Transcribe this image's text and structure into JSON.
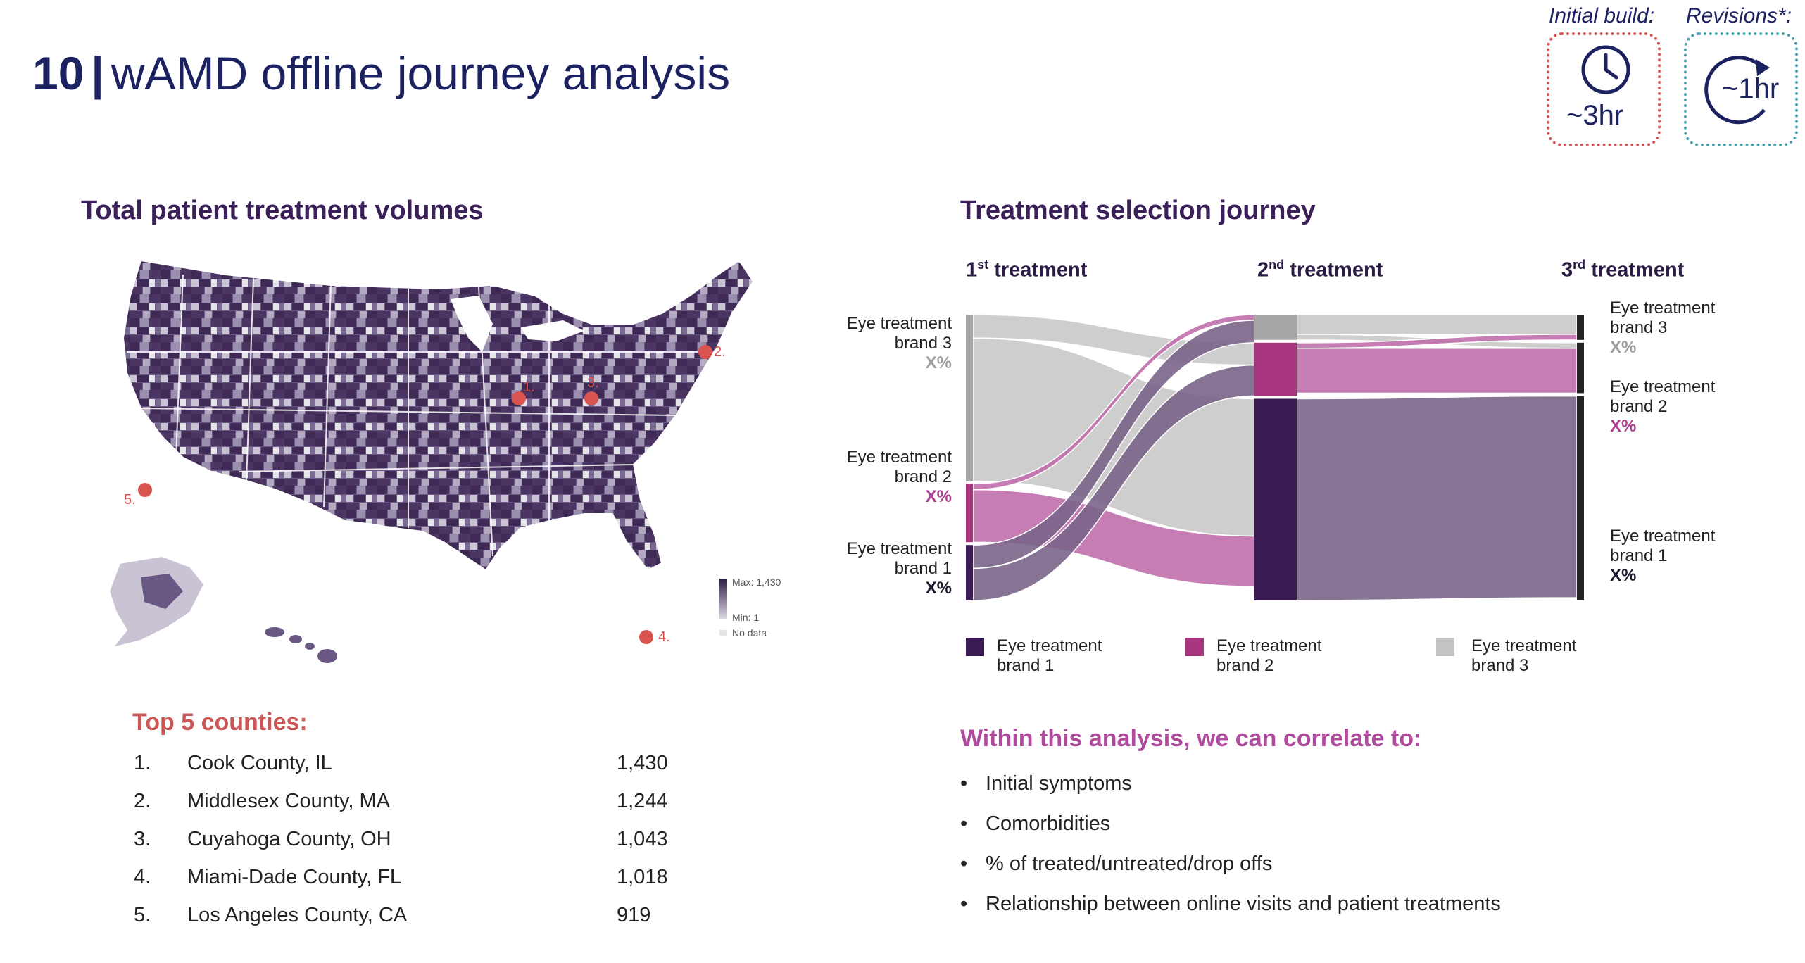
{
  "title": {
    "number": "10",
    "separator": "|",
    "text": "wAMD offline journey analysis"
  },
  "badges": {
    "initial": {
      "label": "Initial build:",
      "value": "~3hr",
      "icon": "clock-icon",
      "color": "#d9534f"
    },
    "revisions": {
      "label": "Revisions*:",
      "value": "~1hr",
      "icon": "refresh-arrow-icon",
      "color": "#4aa3b0"
    }
  },
  "map": {
    "title": "Total patient treatment volumes",
    "legend": {
      "max": "Max: 1,430",
      "min": "Min: 1",
      "nodata": "No data"
    },
    "markers": [
      "1.",
      "2.",
      "3.",
      "4.",
      "5."
    ],
    "colors": {
      "dark": "#3f2a56",
      "mid": "#7a6a92",
      "light": "#c9c3d4",
      "nodata": "#e6e6e9",
      "marker": "#d9534f"
    }
  },
  "top5": {
    "title": "Top 5 counties:",
    "rows": [
      {
        "rank": "1.",
        "name": "Cook County, IL",
        "value": "1,430"
      },
      {
        "rank": "2.",
        "name": "Middlesex County, MA",
        "value": "1,244"
      },
      {
        "rank": "3.",
        "name": "Cuyahoga County, OH",
        "value": "1,043"
      },
      {
        "rank": "4.",
        "name": "Miami-Dade County, FL",
        "value": "1,018"
      },
      {
        "rank": "5.",
        "name": "Los Angeles County, CA",
        "value": "919"
      }
    ]
  },
  "sankey": {
    "title": "Treatment selection journey",
    "stages": [
      {
        "num": "1",
        "sup": "st",
        "text": " treatment"
      },
      {
        "num": "2",
        "sup": "nd",
        "text": " treatment"
      },
      {
        "num": "3",
        "sup": "rd",
        "text": " treatment"
      }
    ],
    "left_labels": [
      {
        "line1": "Eye treatment",
        "line2": "brand 3",
        "pct": "X%"
      },
      {
        "line1": "Eye treatment",
        "line2": "brand 2",
        "pct": "X%"
      },
      {
        "line1": "Eye treatment",
        "line2": "brand 1",
        "pct": "X%"
      }
    ],
    "right_labels": [
      {
        "line1": "Eye treatment",
        "line2": "brand 3",
        "pct": "X%"
      },
      {
        "line1": "Eye treatment",
        "line2": "brand 2",
        "pct": "X%"
      },
      {
        "line1": "Eye treatment",
        "line2": "brand 1",
        "pct": "X%"
      }
    ],
    "legend": [
      {
        "line1": "Eye treatment",
        "line2": "brand 1",
        "color": "#3a1a52"
      },
      {
        "line1": "Eye treatment",
        "line2": "brand 2",
        "color": "#a8367f"
      },
      {
        "line1": "Eye treatment",
        "line2": "brand 3",
        "color": "#c4c4c4"
      }
    ],
    "colors": {
      "brand1": "#3a1a52",
      "brand1_flow": "#7a6488",
      "brand2": "#a8367f",
      "brand2_flow": "#bf6fac",
      "brand3": "#a6a6a6",
      "brand3_flow": "#c9c9c9",
      "pct3": "#9e9e9e",
      "pct2": "#b03d92",
      "pct1": "#1a1a2e"
    }
  },
  "chart_data": {
    "type": "sankey",
    "title": "Treatment selection journey",
    "stages": [
      "1st treatment",
      "2nd treatment",
      "3rd treatment"
    ],
    "nodes": [
      {
        "stage": 1,
        "brand": "Eye treatment brand 3",
        "value": 57
      },
      {
        "stage": 1,
        "brand": "Eye treatment brand 2",
        "value": 20
      },
      {
        "stage": 1,
        "brand": "Eye treatment brand 1",
        "value": 19
      },
      {
        "stage": 2,
        "brand": "Eye treatment brand 3",
        "value": 9
      },
      {
        "stage": 2,
        "brand": "Eye treatment brand 2",
        "value": 19
      },
      {
        "stage": 2,
        "brand": "Eye treatment brand 1",
        "value": 72
      },
      {
        "stage": 3,
        "brand": "Eye treatment brand 3",
        "value": 9
      },
      {
        "stage": 3,
        "brand": "Eye treatment brand 2",
        "value": 18
      },
      {
        "stage": 3,
        "brand": "Eye treatment brand 1",
        "value": 73
      }
    ],
    "flows": [
      {
        "from": "1: Eye treatment brand 3",
        "to": "2: Eye treatment brand 1",
        "value": 49
      },
      {
        "from": "1: Eye treatment brand 3",
        "to": "2: Eye treatment brand 2",
        "value": 8
      },
      {
        "from": "1: Eye treatment brand 2",
        "to": "2: Eye treatment brand 1",
        "value": 18
      },
      {
        "from": "1: Eye treatment brand 2",
        "to": "2: Eye treatment brand 3",
        "value": 2
      },
      {
        "from": "1: Eye treatment brand 1",
        "to": "2: Eye treatment brand 3",
        "value": 8
      },
      {
        "from": "1: Eye treatment brand 1",
        "to": "2: Eye treatment brand 2",
        "value": 11
      },
      {
        "from": "2: Eye treatment brand 3",
        "to": "3: Eye treatment brand 3",
        "value": 7
      },
      {
        "from": "2: Eye treatment brand 3",
        "to": "3: Eye treatment brand 2",
        "value": 2
      },
      {
        "from": "2: Eye treatment brand 2",
        "to": "3: Eye treatment brand 2",
        "value": 16
      },
      {
        "from": "2: Eye treatment brand 2",
        "to": "3: Eye treatment brand 3",
        "value": 2
      },
      {
        "from": "2: Eye treatment brand 1",
        "to": "3: Eye treatment brand 1",
        "value": 72
      }
    ],
    "legend": [
      "Eye treatment brand 1",
      "Eye treatment brand 2",
      "Eye treatment brand 3"
    ]
  },
  "correlate": {
    "title": "Within this analysis, we can correlate to:",
    "items": [
      "Initial symptoms",
      "Comorbidities",
      "% of treated/untreated/drop offs",
      "Relationship between online visits and patient treatments"
    ]
  }
}
